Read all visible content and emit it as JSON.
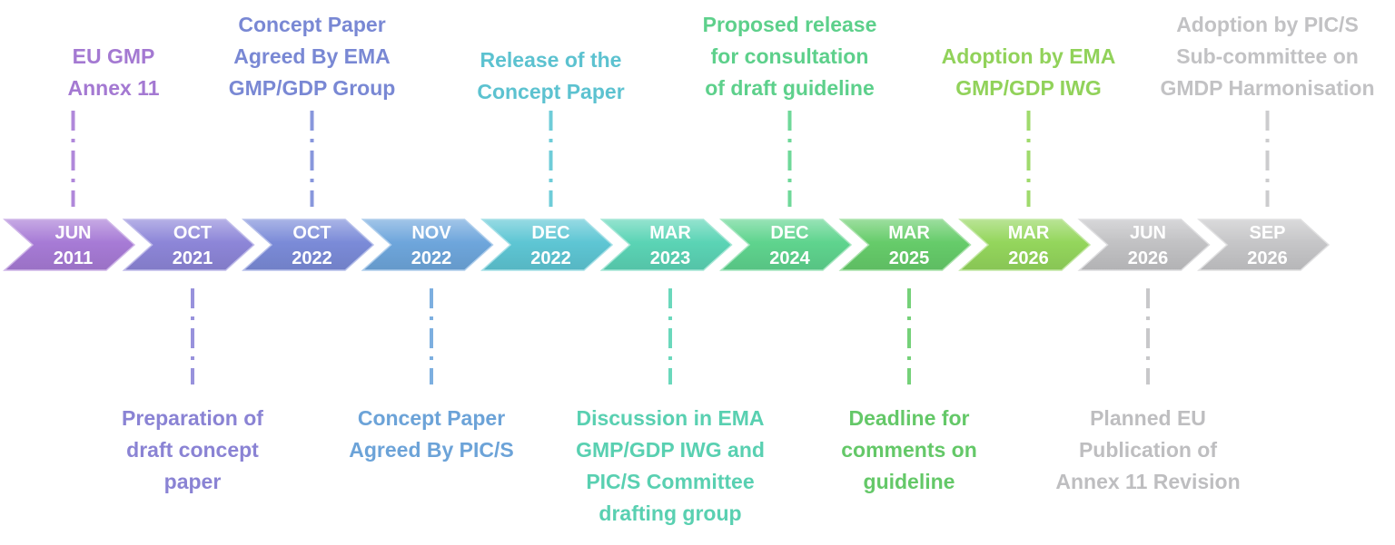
{
  "milestones": [
    {
      "month": "JUN",
      "year": "2011",
      "color": "#a77bd6",
      "event": "EU GMP\nAnnex 11",
      "position": "above"
    },
    {
      "month": "OCT",
      "year": "2021",
      "color": "#8d86d8",
      "event": "Preparation of\ndraft concept\npaper",
      "position": "below"
    },
    {
      "month": "OCT",
      "year": "2022",
      "color": "#7b8bd8",
      "event": "Concept Paper\nAgreed By EMA\nGMP/GDP Group",
      "position": "above"
    },
    {
      "month": "NOV",
      "year": "2022",
      "color": "#6ea6dc",
      "event": "Concept Paper\nAgreed By PIC/S",
      "position": "below"
    },
    {
      "month": "DEC",
      "year": "2022",
      "color": "#5ec6d4",
      "event": "Release of the\nConcept Paper",
      "position": "above"
    },
    {
      "month": "MAR",
      "year": "2023",
      "color": "#5bd4b5",
      "event": "Discussion in EMA\nGMP/GDP IWG and\nPIC/S Committee\ndrafting group",
      "position": "below"
    },
    {
      "month": "DEC",
      "year": "2024",
      "color": "#5fd48e",
      "event": "Proposed release\nfor consultation\nof draft guideline",
      "position": "above"
    },
    {
      "month": "MAR",
      "year": "2025",
      "color": "#66cc6a",
      "event": "Deadline for\ncomments on\nguideline",
      "position": "below"
    },
    {
      "month": "MAR",
      "year": "2026",
      "color": "#94d65c",
      "event": "Adoption by EMA\nGMP/GDP IWG",
      "position": "above"
    },
    {
      "month": "JUN",
      "year": "2026",
      "color": "#c2c2c4",
      "event": "Planned EU\nPublication of\nAnnex 11 Revision",
      "position": "below"
    },
    {
      "month": "SEP",
      "year": "2026",
      "color": "#c6c6c8",
      "event": "Adoption by PIC/S\nSub-committee on\nGMDP Harmonisation",
      "position": "above"
    }
  ]
}
